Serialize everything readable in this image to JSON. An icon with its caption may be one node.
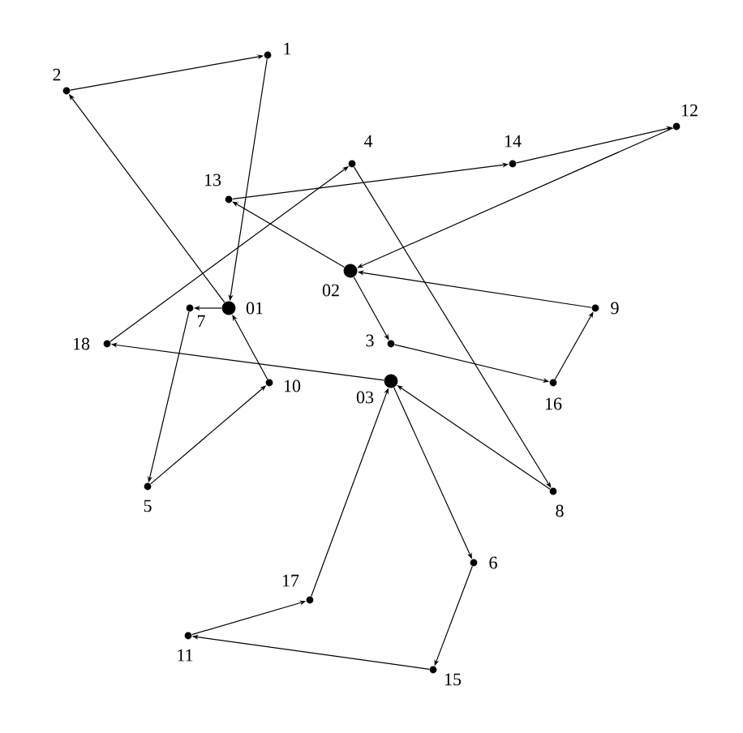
{
  "diagram": {
    "nodes": [
      {
        "text": [
          "01"
        ]
      },
      {
        "text": [
          "02"
        ]
      },
      {
        "text": [
          "03"
        ]
      },
      {
        "text": [
          "1"
        ]
      },
      {
        "text": [
          "2"
        ]
      },
      {
        "text": [
          "3"
        ]
      },
      {
        "text": [
          "4"
        ]
      },
      {
        "text": [
          "5"
        ]
      },
      {
        "text": [
          "6"
        ]
      },
      {
        "text": [
          "7"
        ]
      },
      {
        "text": [
          "8"
        ]
      },
      {
        "text": [
          "9"
        ]
      },
      {
        "text": [
          "10"
        ]
      },
      {
        "text": [
          "11"
        ]
      },
      {
        "text": [
          "12"
        ]
      },
      {
        "text": [
          "13"
        ]
      },
      {
        "text": [
          "14"
        ]
      },
      {
        "text": [
          "15"
        ]
      },
      {
        "text": [
          "16"
        ]
      },
      {
        "text": [
          "17"
        ]
      },
      {
        "text": [
          "18"
        ]
      }
    ],
    "edges": [
      {
        "from": 0,
        "to": 4,
        "arrow": "to"
      },
      {
        "from": 4,
        "to": 3,
        "arrow": "to"
      },
      {
        "from": 3,
        "to": 0,
        "arrow": "to"
      },
      {
        "from": 0,
        "to": 9,
        "arrow": "to"
      },
      {
        "from": 9,
        "to": 7,
        "arrow": "to"
      },
      {
        "from": 7,
        "to": 12,
        "arrow": "to"
      },
      {
        "from": 12,
        "to": 0,
        "arrow": "to"
      },
      {
        "from": 1,
        "to": 15,
        "arrow": "to"
      },
      {
        "from": 15,
        "to": 16,
        "arrow": "to"
      },
      {
        "from": 16,
        "to": 14,
        "arrow": "to"
      },
      {
        "from": 14,
        "to": 1,
        "arrow": "to"
      },
      {
        "from": 1,
        "to": 5,
        "arrow": "to"
      },
      {
        "from": 5,
        "to": 18,
        "arrow": "to"
      },
      {
        "from": 18,
        "to": 11,
        "arrow": "to"
      },
      {
        "from": 11,
        "to": 1,
        "arrow": "to"
      },
      {
        "from": 2,
        "to": 20,
        "arrow": "to"
      },
      {
        "from": 20,
        "to": 6,
        "arrow": "to"
      },
      {
        "from": 6,
        "to": 10,
        "arrow": "to"
      },
      {
        "from": 10,
        "to": 2,
        "arrow": "to"
      },
      {
        "from": 2,
        "to": 8,
        "arrow": "to"
      },
      {
        "from": 8,
        "to": 17,
        "arrow": "to"
      },
      {
        "from": 17,
        "to": 13,
        "arrow": "to"
      },
      {
        "from": 13,
        "to": 19,
        "arrow": "to"
      },
      {
        "from": 19,
        "to": 2,
        "arrow": "to"
      }
    ]
  }
}
